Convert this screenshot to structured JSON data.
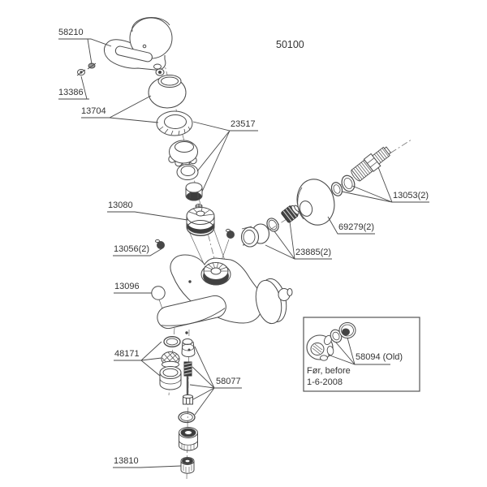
{
  "product_code": "50100",
  "labels": [
    {
      "text": "58210"
    },
    {
      "text": "13386"
    },
    {
      "text": "13704"
    },
    {
      "text": "23517"
    },
    {
      "text": "13080"
    },
    {
      "text": "13056(2)"
    },
    {
      "text": "13096"
    },
    {
      "text": "48171"
    },
    {
      "text": "58077"
    },
    {
      "text": "13810"
    },
    {
      "text": "13053(2)"
    },
    {
      "text": "69279(2)"
    },
    {
      "text": "23885(2)"
    }
  ],
  "inset": {
    "part": "58094 (Old)",
    "note1": "Før, before",
    "note2": "1-6-2008"
  },
  "colors": {
    "line": "#4a4a4a",
    "text": "#333333",
    "dark_fill": "#3d3d3d",
    "background": "#ffffff"
  }
}
